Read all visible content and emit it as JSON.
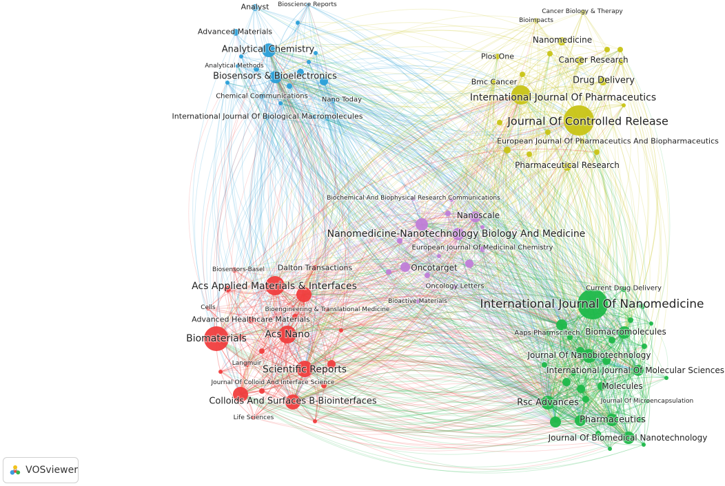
{
  "app": {
    "name": "VOSviewer"
  },
  "colors": {
    "blue": "#2a9fd8",
    "yellow": "#c8c416",
    "purple": "#c07ed8",
    "red": "#f03e3e",
    "green": "#1fb84a"
  },
  "clusters": [
    {
      "id": "blue",
      "nodes": [
        {
          "label": "Analyst"
        },
        {
          "label": "Bioscience Reports"
        },
        {
          "label": "Advanced Materials"
        },
        {
          "label": "Analytical Chemistry"
        },
        {
          "label": "Analytical Methods"
        },
        {
          "label": "Biosensors & Bioelectronics"
        },
        {
          "label": "Chemical Communications"
        },
        {
          "label": "Nano Today"
        },
        {
          "label": "International Journal Of Biological Macromolecules"
        }
      ]
    },
    {
      "id": "yellow",
      "nodes": [
        {
          "label": "Cancer Biology & Therapy"
        },
        {
          "label": "Bioimpacts"
        },
        {
          "label": "Nanomedicine"
        },
        {
          "label": "Plos One"
        },
        {
          "label": "Cancer Research"
        },
        {
          "label": "Bmc Cancer"
        },
        {
          "label": "Drug Delivery"
        },
        {
          "label": "International Journal Of Pharmaceutics"
        },
        {
          "label": "Journal Of Controlled Release"
        },
        {
          "label": "European Journal Of Pharmaceutics And Biopharmaceutics"
        },
        {
          "label": "Pharmaceutical Research"
        }
      ]
    },
    {
      "id": "purple",
      "nodes": [
        {
          "label": "Biochemical And Biophysical Research Communications"
        },
        {
          "label": "Nanoscale"
        },
        {
          "label": "Nanomedicine-Nanotechnology Biology And Medicine"
        },
        {
          "label": "European Journal Of Medicinal Chemistry"
        },
        {
          "label": "Oncotarget"
        },
        {
          "label": "Oncology Letters"
        },
        {
          "label": "Bioactive Materials"
        }
      ]
    },
    {
      "id": "red",
      "nodes": [
        {
          "label": "Biosensors-Basel"
        },
        {
          "label": "Dalton Transactions"
        },
        {
          "label": "Acs Applied Materials & Interfaces"
        },
        {
          "label": "Cells"
        },
        {
          "label": "Bioengineering & Translational Medicine"
        },
        {
          "label": "Advanced Healthcare Materials"
        },
        {
          "label": "Biomaterials"
        },
        {
          "label": "Acs Nano"
        },
        {
          "label": "Langmuir"
        },
        {
          "label": "Scientific Reports"
        },
        {
          "label": "Journal Of Colloid And Interface Science"
        },
        {
          "label": "Colloids And Surfaces B-Biointerfaces"
        },
        {
          "label": "Life Sciences"
        }
      ]
    },
    {
      "id": "green",
      "nodes": [
        {
          "label": "Current Drug Delivery"
        },
        {
          "label": "International Journal Of Nanomedicine"
        },
        {
          "label": "Aaps Pharmscitech"
        },
        {
          "label": "Biomacromolecules"
        },
        {
          "label": "Journal Of Nanobiotechnology"
        },
        {
          "label": "International Journal Of Molecular Sciences"
        },
        {
          "label": "Molecules"
        },
        {
          "label": "Journal Of Microencapsulation"
        },
        {
          "label": "Rsc Advances"
        },
        {
          "label": "Pharmaceutics"
        },
        {
          "label": "Journal Of Biomedical Nanotechnology"
        }
      ]
    }
  ]
}
